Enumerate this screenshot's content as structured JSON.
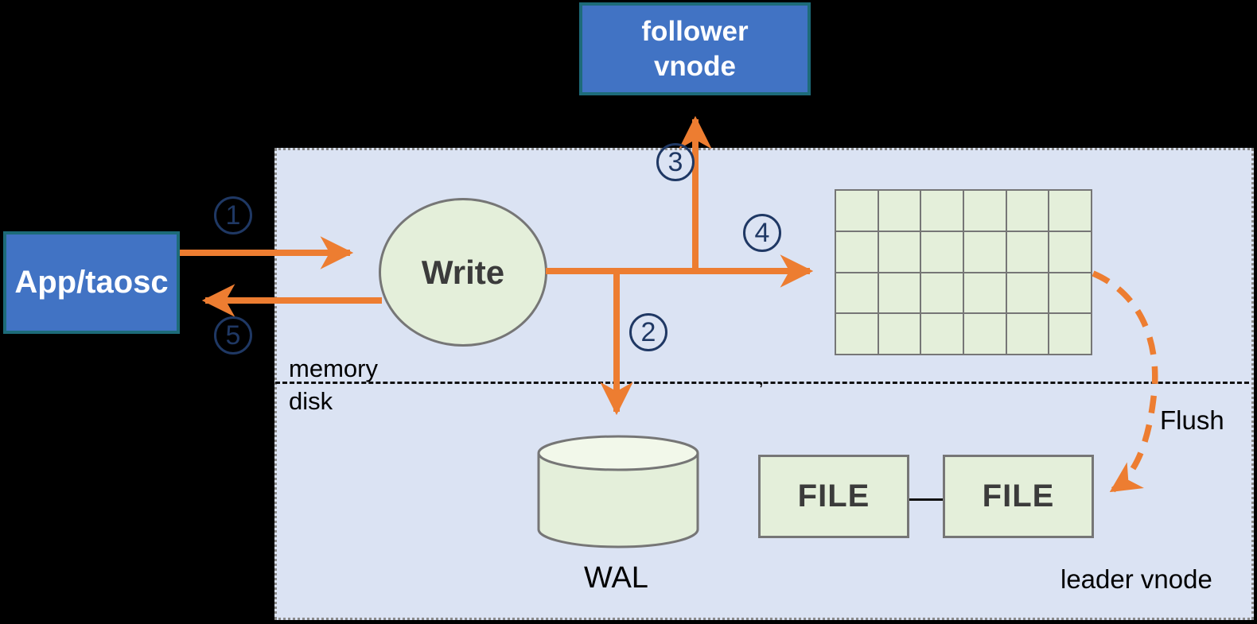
{
  "nodes": {
    "follower_vnode": {
      "line1": "follower",
      "line2": "vnode"
    },
    "app_taosc": {
      "label": "App/taosc"
    },
    "write": {
      "label": "Write"
    },
    "wal": {
      "label": "WAL"
    },
    "file_left": {
      "label": "FILE"
    },
    "file_right": {
      "label": "FILE"
    }
  },
  "labels": {
    "memory": "memory",
    "disk": "disk",
    "flush": "Flush",
    "leader_vnode": "leader vnode",
    "divider_artifact": ","
  },
  "steps": {
    "s1": "1",
    "s2": "2",
    "s3": "3",
    "s4": "4",
    "s5": "5"
  },
  "memtable_grid": {
    "rows": 4,
    "cols": 6
  },
  "colors": {
    "background": "#000000",
    "region_fill": "#dbe3f3",
    "region_border": "#8a8a8a",
    "node_blue_fill": "#4173c4",
    "node_blue_border": "#1d6b79",
    "shape_green_fill": "#e4efda",
    "shape_border_gray": "#767676",
    "arrow_orange": "#ED7D31",
    "step_badge_navy": "#1f3864",
    "text_dark": "#3b3b3b"
  }
}
